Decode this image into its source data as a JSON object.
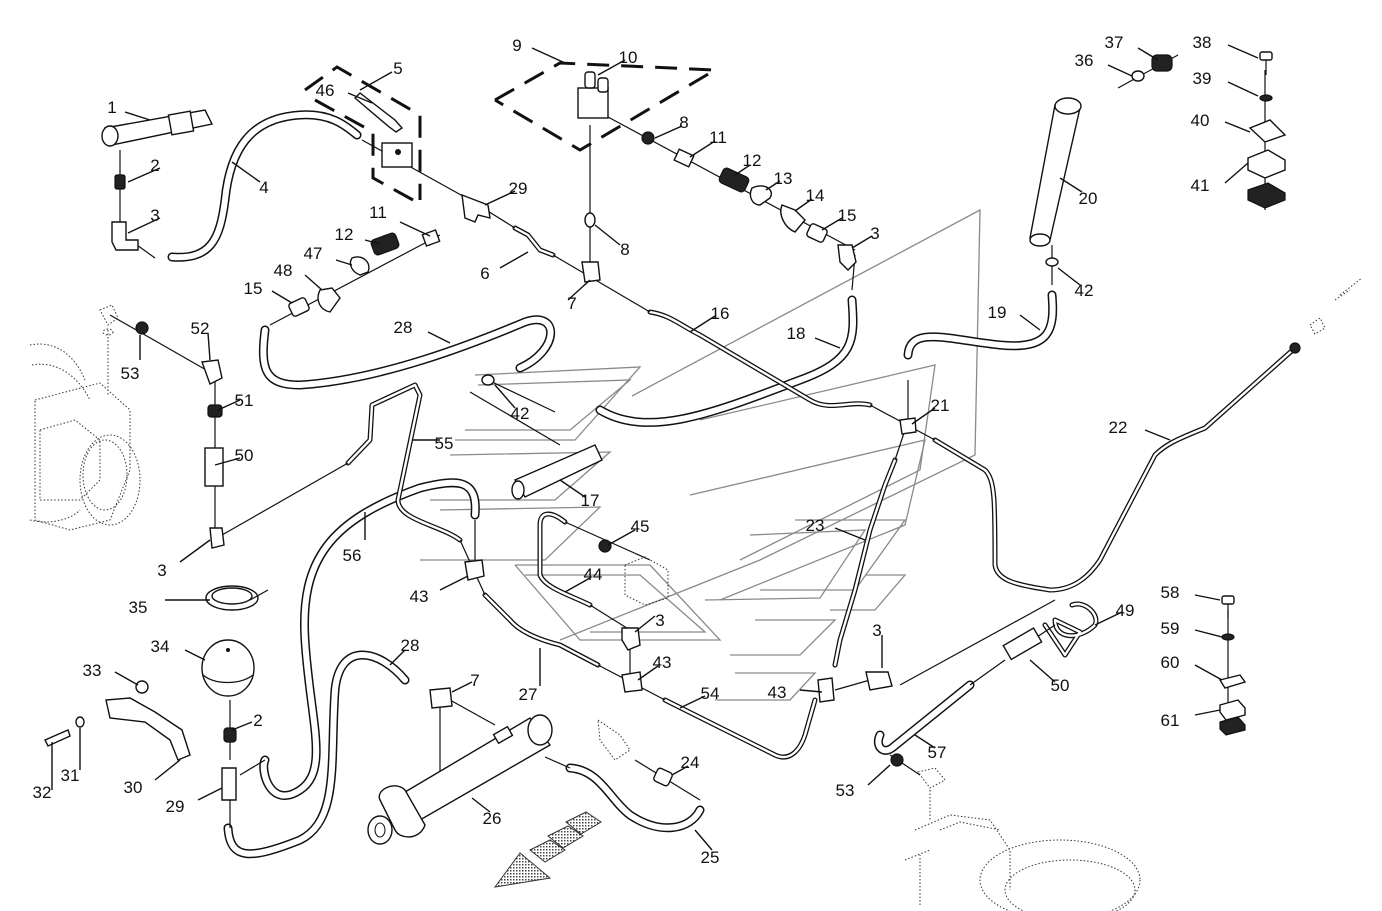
{
  "diagram": {
    "title": "Hydraulic system parts diagram",
    "type": "exploded parts diagram",
    "callouts": [
      {
        "id": "c1",
        "label": "1",
        "part": "pin"
      },
      {
        "id": "c2a",
        "label": "2",
        "part": "fitting"
      },
      {
        "id": "c3a",
        "label": "3",
        "part": "elbow fitting"
      },
      {
        "id": "c4",
        "label": "4",
        "part": "hydraulic hose"
      },
      {
        "id": "c5",
        "label": "5",
        "part": "valve assembly"
      },
      {
        "id": "c46",
        "label": "46",
        "part": "lever"
      },
      {
        "id": "c9",
        "label": "9",
        "part": "valve assembly"
      },
      {
        "id": "c10",
        "label": "10",
        "part": "valve block"
      },
      {
        "id": "c8a",
        "label": "8",
        "part": "fitting"
      },
      {
        "id": "c11a",
        "label": "11",
        "part": "nut"
      },
      {
        "id": "c12a",
        "label": "12",
        "part": "quick coupling"
      },
      {
        "id": "c13",
        "label": "13",
        "part": "dust cap"
      },
      {
        "id": "c14",
        "label": "14",
        "part": "dust cap"
      },
      {
        "id": "c15a",
        "label": "15",
        "part": "coupling"
      },
      {
        "id": "c3b",
        "label": "3",
        "part": "elbow fitting"
      },
      {
        "id": "c29a",
        "label": "29",
        "part": "tee fitting"
      },
      {
        "id": "c11b",
        "label": "11",
        "part": "nut"
      },
      {
        "id": "c12b",
        "label": "12",
        "part": "quick coupling"
      },
      {
        "id": "c47",
        "label": "47",
        "part": "dust cap"
      },
      {
        "id": "c48",
        "label": "48",
        "part": "dust cap"
      },
      {
        "id": "c15b",
        "label": "15",
        "part": "coupling"
      },
      {
        "id": "c6",
        "label": "6",
        "part": "pipe"
      },
      {
        "id": "c8b",
        "label": "8",
        "part": "fitting"
      },
      {
        "id": "c7a",
        "label": "7",
        "part": "tee fitting"
      },
      {
        "id": "c16",
        "label": "16",
        "part": "pipe"
      },
      {
        "id": "c18",
        "label": "18",
        "part": "hose"
      },
      {
        "id": "c28a",
        "label": "28",
        "part": "hose"
      },
      {
        "id": "c36",
        "label": "36",
        "part": "ring"
      },
      {
        "id": "c37",
        "label": "37",
        "part": "nut"
      },
      {
        "id": "c38",
        "label": "38",
        "part": "bolt"
      },
      {
        "id": "c39",
        "label": "39",
        "part": "washer"
      },
      {
        "id": "c40",
        "label": "40",
        "part": "cover plate"
      },
      {
        "id": "c41",
        "label": "41",
        "part": "pipe clamp"
      },
      {
        "id": "c20",
        "label": "20",
        "part": "cylinder"
      },
      {
        "id": "c42a",
        "label": "42",
        "part": "seal ring"
      },
      {
        "id": "c19",
        "label": "19",
        "part": "hose"
      },
      {
        "id": "c53a",
        "label": "53",
        "part": "fitting"
      },
      {
        "id": "c52",
        "label": "52",
        "part": "elbow"
      },
      {
        "id": "c51",
        "label": "51",
        "part": "nut"
      },
      {
        "id": "c50a",
        "label": "50",
        "part": "valve"
      },
      {
        "id": "c3c",
        "label": "3",
        "part": "elbow fitting"
      },
      {
        "id": "c42b",
        "label": "42",
        "part": "seal ring"
      },
      {
        "id": "c55",
        "label": "55",
        "part": "pipe"
      },
      {
        "id": "c17",
        "label": "17",
        "part": "cylinder"
      },
      {
        "id": "c21",
        "label": "21",
        "part": "cross fitting"
      },
      {
        "id": "c22",
        "label": "22",
        "part": "pipe"
      },
      {
        "id": "c23",
        "label": "23",
        "part": "pipe"
      },
      {
        "id": "c56",
        "label": "56",
        "part": "hose"
      },
      {
        "id": "c45",
        "label": "45",
        "part": "fitting"
      },
      {
        "id": "c44",
        "label": "44",
        "part": "pipe"
      },
      {
        "id": "c43a",
        "label": "43",
        "part": "tee fitting"
      },
      {
        "id": "c3d",
        "label": "3",
        "part": "elbow fitting"
      },
      {
        "id": "c35",
        "label": "35",
        "part": "hose clamp"
      },
      {
        "id": "c34",
        "label": "34",
        "part": "accumulator"
      },
      {
        "id": "c33",
        "label": "33",
        "part": "nut"
      },
      {
        "id": "c2b",
        "label": "2",
        "part": "fitting"
      },
      {
        "id": "c32",
        "label": "32",
        "part": "bolt"
      },
      {
        "id": "c31",
        "label": "31",
        "part": "washer"
      },
      {
        "id": "c30",
        "label": "30",
        "part": "bracket"
      },
      {
        "id": "c29b",
        "label": "29",
        "part": "tee fitting"
      },
      {
        "id": "c28b",
        "label": "28",
        "part": "hose"
      },
      {
        "id": "c7b",
        "label": "7",
        "part": "elbow fitting"
      },
      {
        "id": "c27",
        "label": "27",
        "part": "pipe"
      },
      {
        "id": "c43b",
        "label": "43",
        "part": "tee fitting"
      },
      {
        "id": "c54",
        "label": "54",
        "part": "pipe"
      },
      {
        "id": "c43c",
        "label": "43",
        "part": "tee fitting"
      },
      {
        "id": "c3e",
        "label": "3",
        "part": "elbow fitting"
      },
      {
        "id": "c49",
        "label": "49",
        "part": "pipe"
      },
      {
        "id": "c50b",
        "label": "50",
        "part": "valve"
      },
      {
        "id": "c57",
        "label": "57",
        "part": "hose"
      },
      {
        "id": "c53b",
        "label": "53",
        "part": "fitting"
      },
      {
        "id": "c26",
        "label": "26",
        "part": "cylinder"
      },
      {
        "id": "c24",
        "label": "24",
        "part": "nut"
      },
      {
        "id": "c25",
        "label": "25",
        "part": "hose"
      },
      {
        "id": "c58",
        "label": "58",
        "part": "bolt"
      },
      {
        "id": "c59",
        "label": "59",
        "part": "washer"
      },
      {
        "id": "c60",
        "label": "60",
        "part": "plate"
      },
      {
        "id": "c61",
        "label": "61",
        "part": "pipe clamp"
      }
    ],
    "direction_arrow": "direction-of-travel-arrow"
  }
}
